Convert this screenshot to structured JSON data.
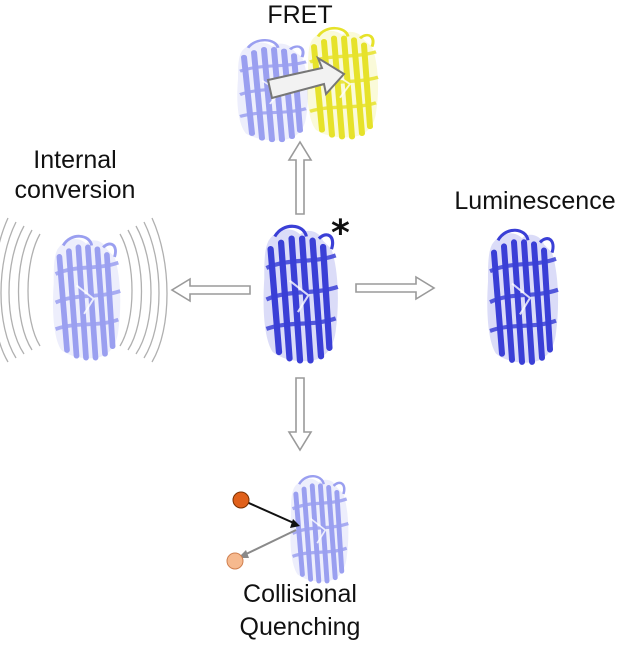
{
  "labels": {
    "fret": "FRET",
    "internal_line1": "Internal",
    "internal_line2": "conversion",
    "luminescence": "Luminescence",
    "collisional_line1": "Collisional",
    "collisional_line2": "Quenching",
    "excited_marker": "*"
  },
  "colors": {
    "protein_excited": "#3a3fd6",
    "protein_faded": "#9a9ff0",
    "acceptor_yellow": "#f2ee2a",
    "arrow_outline": "#9a9a9a",
    "quencher_dark": "#e0601a",
    "quencher_light": "#f6b98e",
    "vibration_lines": "#b0b0b0"
  }
}
